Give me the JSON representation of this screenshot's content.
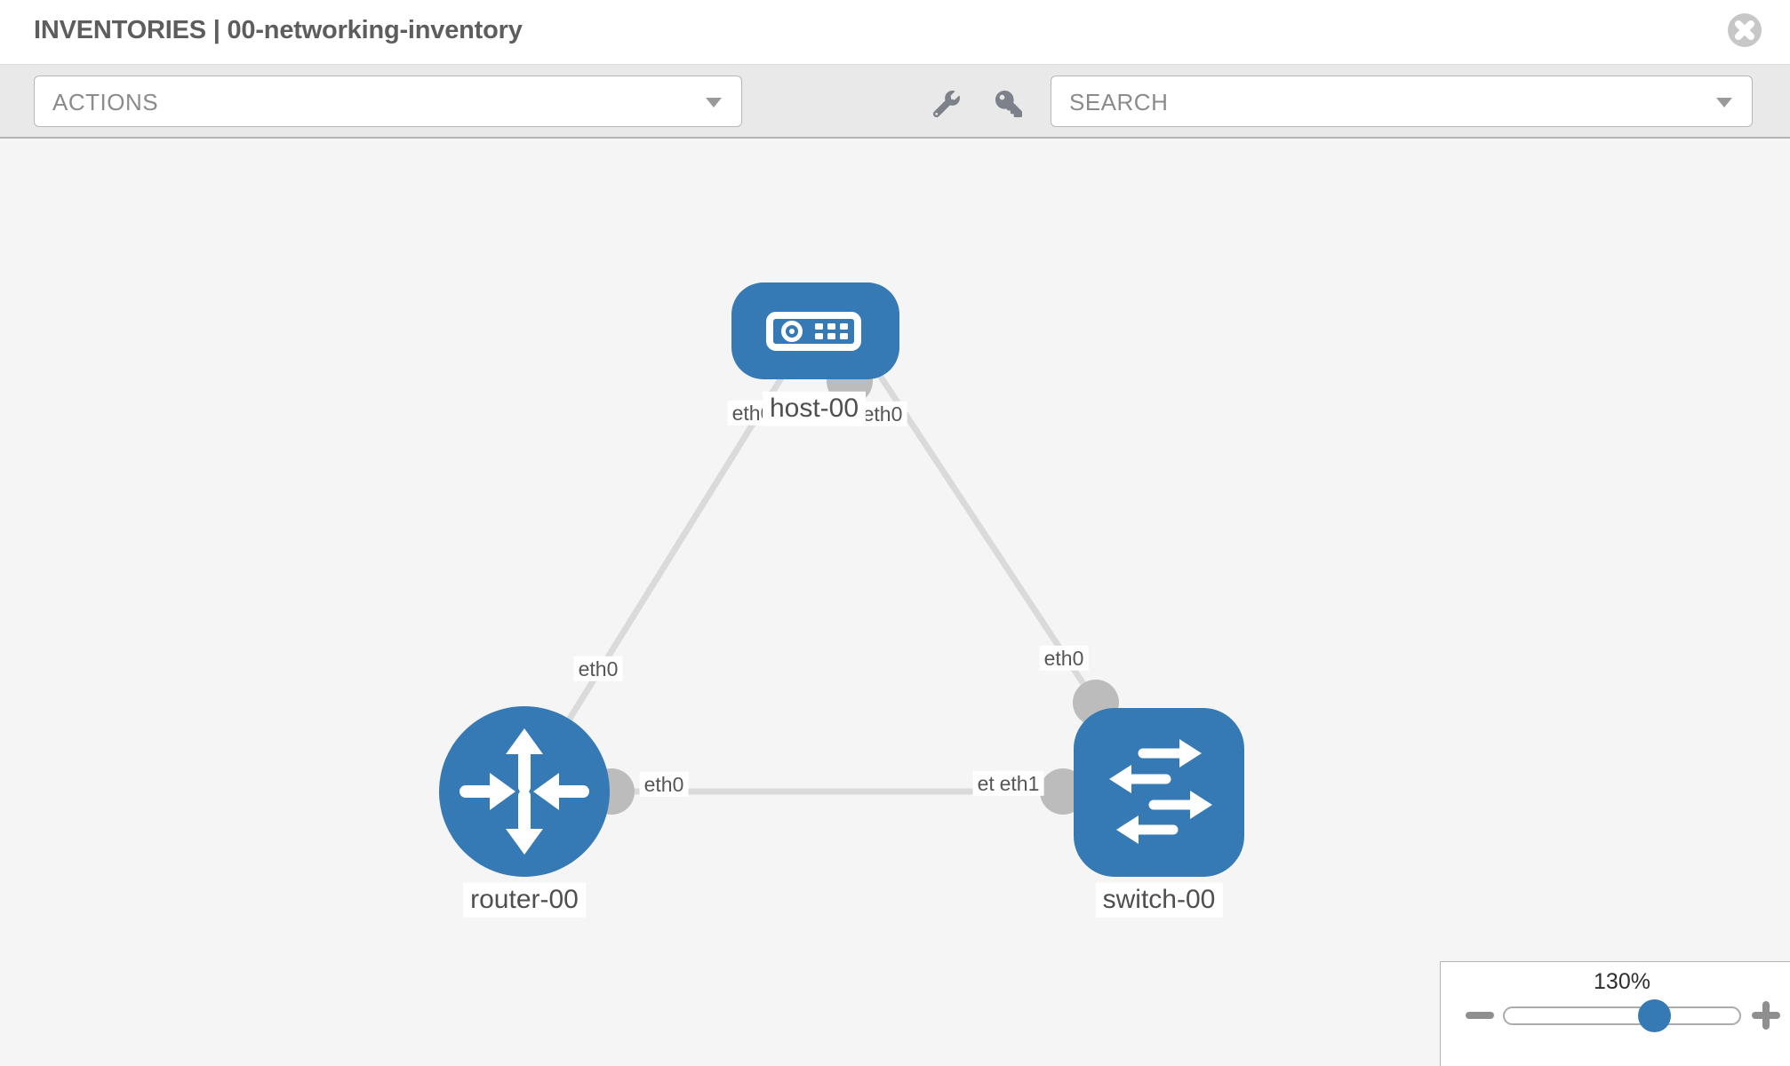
{
  "header": {
    "title": "INVENTORIES | 00-networking-inventory",
    "close_icon": "circle-x"
  },
  "toolbar": {
    "actions_label": "ACTIONS",
    "search_label": "SEARCH",
    "icons": [
      "wrench-icon",
      "key-icon"
    ]
  },
  "topology": {
    "nodes": [
      {
        "name": "host-00",
        "type": "host"
      },
      {
        "name": "router-00",
        "type": "router"
      },
      {
        "name": "switch-00",
        "type": "switch"
      }
    ],
    "links": [
      {
        "from": "host-00",
        "to": "router-00",
        "from_interface": "eth0",
        "to_interface": "eth0"
      },
      {
        "from": "host-00",
        "to": "switch-00",
        "from_interface": "eth0",
        "to_interface": "eth0"
      },
      {
        "from": "router-00",
        "to": "switch-00",
        "from_interface": "eth0",
        "to_interfaces": [
          "eth0",
          "eth1"
        ]
      }
    ]
  },
  "zoom_control": {
    "value": "130%",
    "minus_icon": "minus",
    "plus_icon": "plus"
  },
  "colors": {
    "node_blue": "#3579b5",
    "connector_gray": "#bcbcbc",
    "link_gray": "#dadada",
    "canvas_bg": "#f5f5f5",
    "toolbar_bg": "#e9e9e9",
    "slider_thumb": "#3579b5"
  }
}
